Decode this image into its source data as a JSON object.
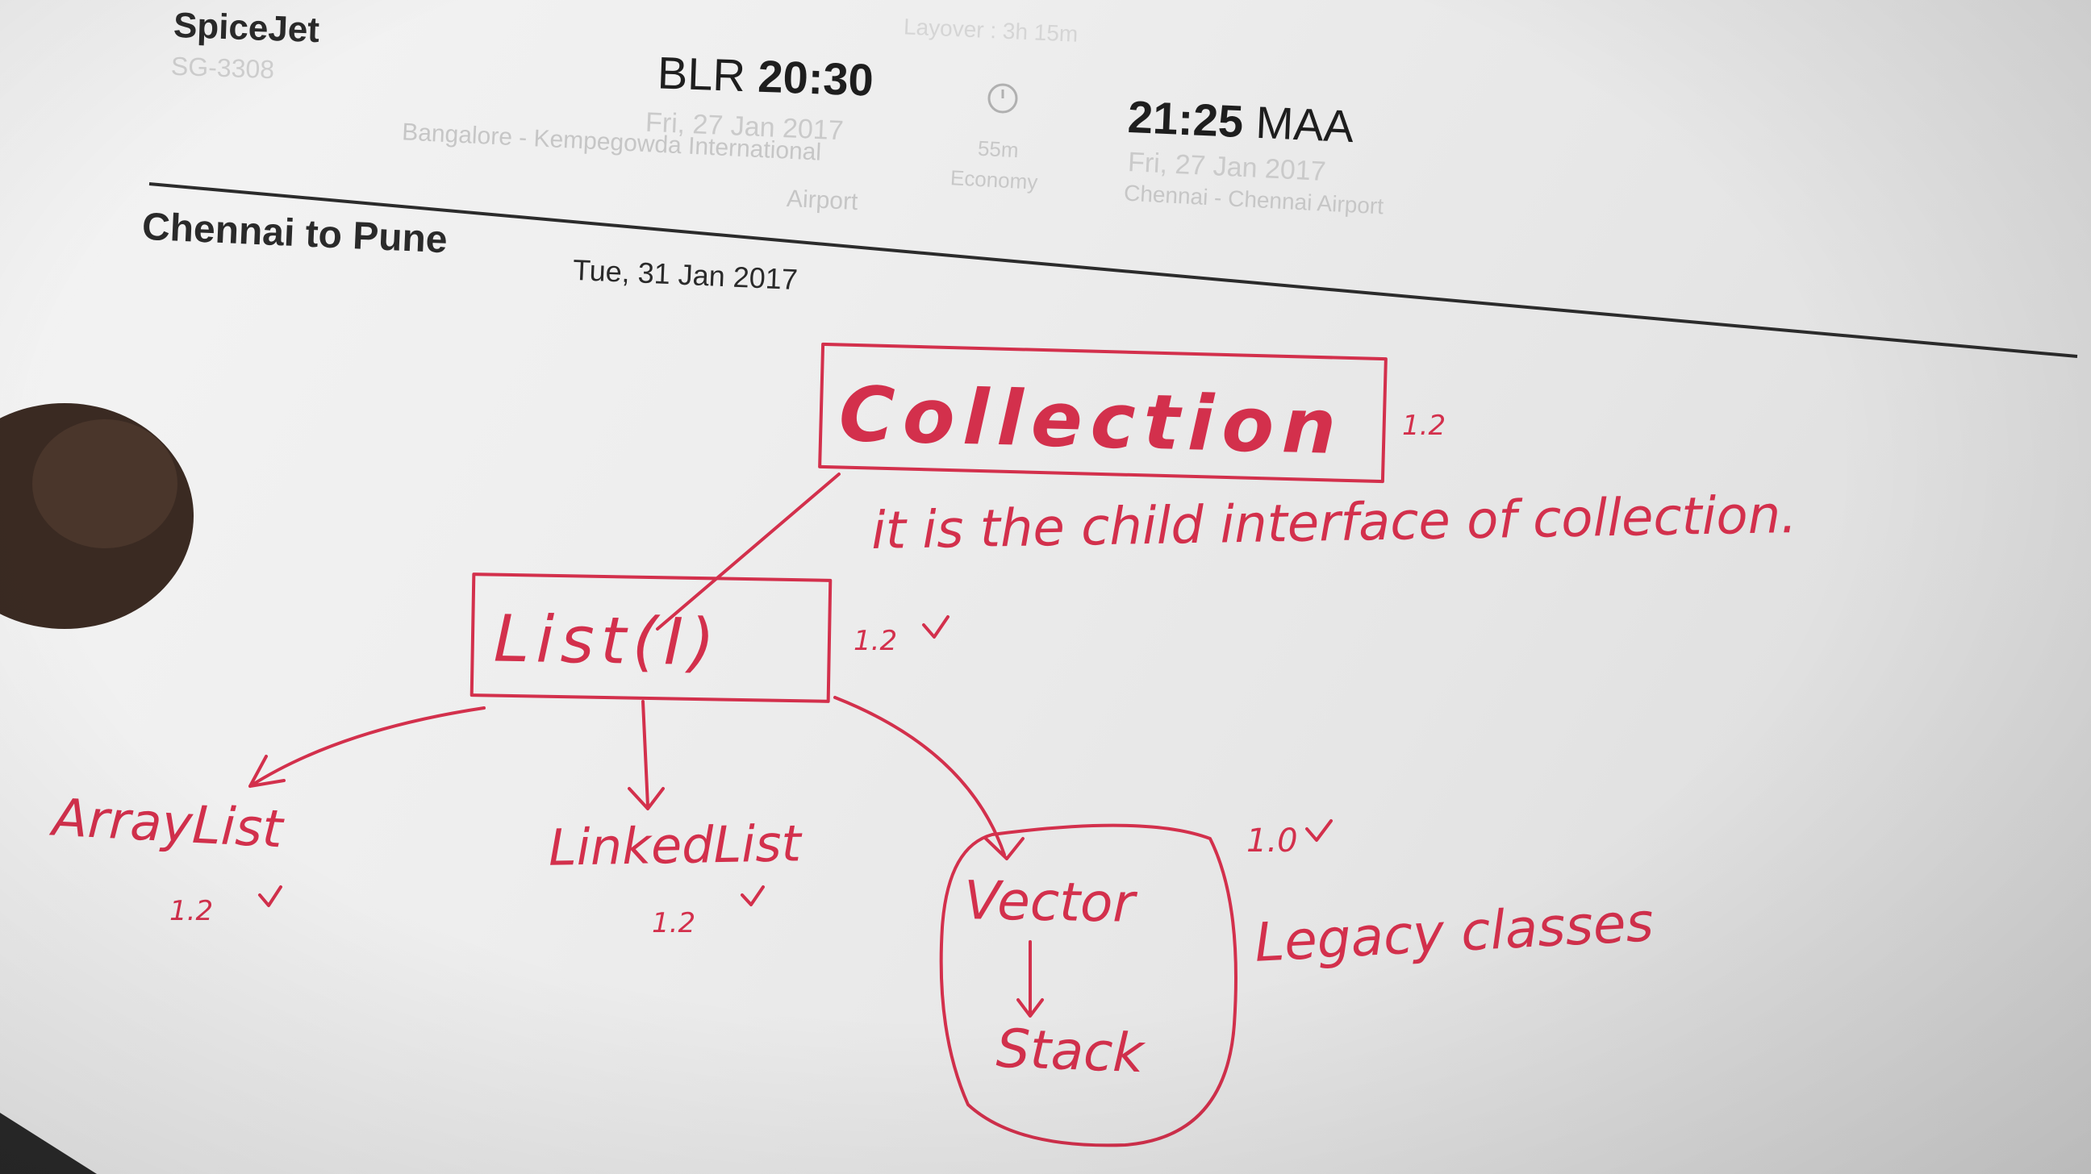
{
  "ticket": {
    "airline": "SpiceJet",
    "flight_no": "SG-3308",
    "layover": "Layover : 3h 15m",
    "departure": {
      "code": "BLR",
      "time": "20:30",
      "date": "Fri, 27 Jan 2017",
      "airport_line1": "Bangalore - Kempegowda International",
      "airport_line2": "Airport"
    },
    "duration": "55m",
    "cabin": "Economy",
    "arrival": {
      "time": "21:25",
      "code": "MAA",
      "date": "Fri, 27 Jan 2017",
      "airport": "Chennai - Chennai Airport"
    },
    "next_leg_route": "Chennai to Pune",
    "next_leg_date": "Tue, 31 Jan 2017"
  },
  "notes": {
    "collection": "Collection",
    "collection_version": "1.2",
    "annotation": "it is the child interface of collection.",
    "list": "List(I)",
    "list_version": "1.2",
    "arraylist": "ArrayList",
    "arraylist_version": "1.2",
    "linkedlist": "LinkedList",
    "linkedlist_version": "1.2",
    "vector": "Vector",
    "stack": "Stack",
    "vector_version": "1.0",
    "legacy": "Legacy classes"
  },
  "colors": {
    "ink": "#d3304c",
    "printed_text": "#222222",
    "faded_text": "#c8c8c8"
  }
}
